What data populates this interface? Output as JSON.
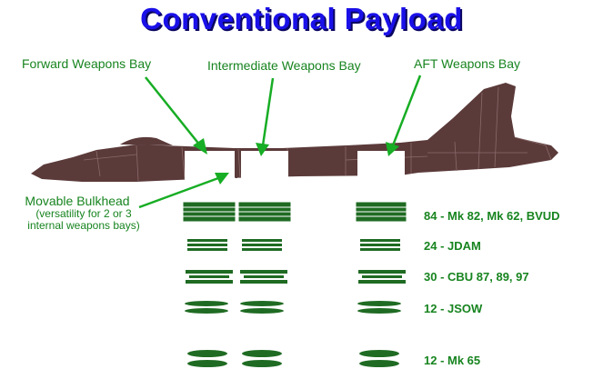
{
  "title": "Conventional Payload",
  "labels": {
    "forward_bay": "Forward Weapons Bay",
    "intermediate_bay": "Intermediate Weapons Bay",
    "aft_bay": "AFT Weapons Bay",
    "bulkhead": "Movable Bulkhead",
    "bulkhead_note_1": "(versatility for 2 or 3",
    "bulkhead_note_2": "internal weapons bays)"
  },
  "loadouts": [
    "84 - Mk 82, Mk 62, BVUD",
    "24 - JDAM",
    "30 - CBU 87, 89, 97",
    "12 - JSOW",
    "12 - Mk 65"
  ],
  "colors": {
    "title": "#1a10e8",
    "label_green": "#17841f",
    "aircraft": "#5b3a3a",
    "weapon_green": "#1f6b23"
  }
}
